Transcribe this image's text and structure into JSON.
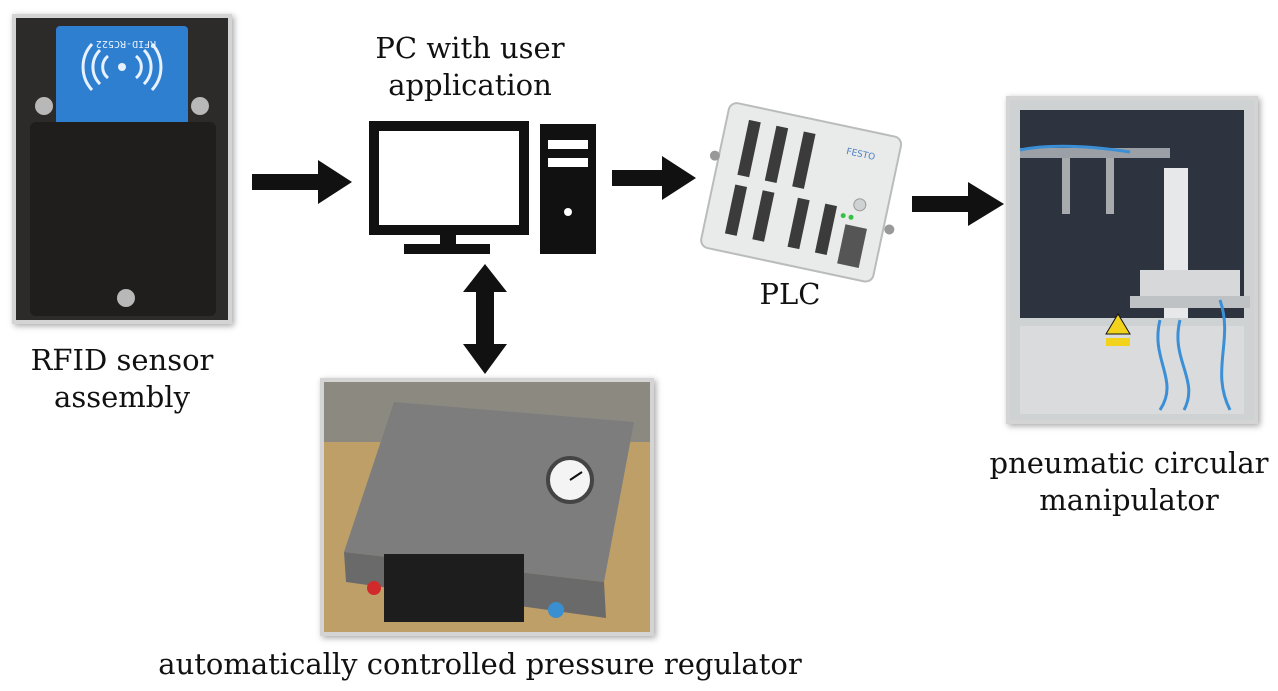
{
  "nodes": {
    "rfid": {
      "label": "RFID sensor\nassembly",
      "reader_text": "RFID-RC522"
    },
    "pc": {
      "label": "PC with user\napplication"
    },
    "plc": {
      "label": "PLC",
      "brand_text": "FESTO"
    },
    "manipulator": {
      "label": "pneumatic circular\nmanipulator"
    },
    "regulator": {
      "label": "automatically controlled pressure regulator"
    }
  },
  "icons": {
    "monitor": "monitor-icon",
    "tower": "computer-tower-icon",
    "arrow": "arrow-right-icon",
    "bidirectional": "double-arrow-vertical-icon"
  },
  "colors": {
    "arrow": "#111111",
    "photo_border": "#d4d4d4",
    "rfid_blue": "#2f7fd0"
  }
}
